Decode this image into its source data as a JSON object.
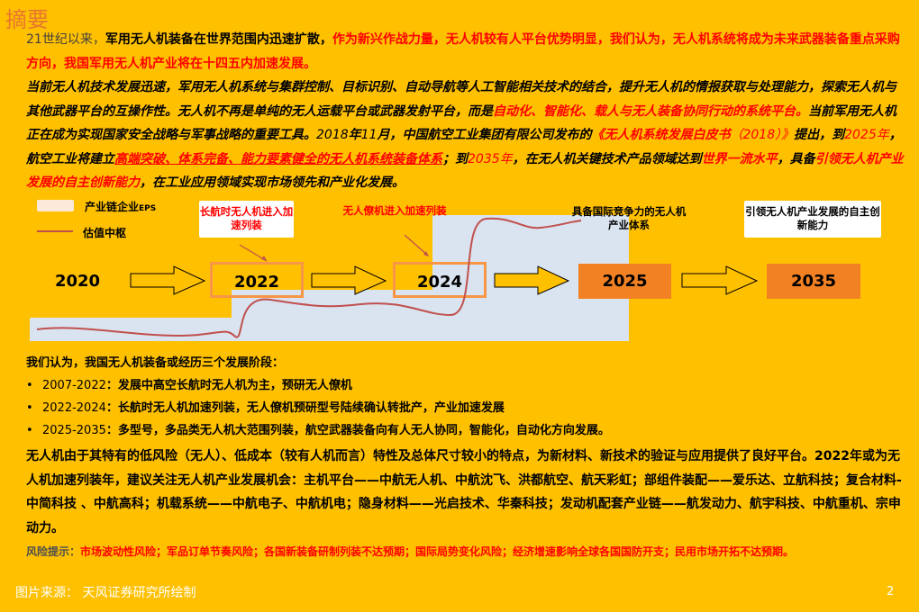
{
  "page": {
    "title": "摘要",
    "page_number": "2"
  },
  "summary": {
    "p1": {
      "s1": "21世纪以来，",
      "s2": "军用无人机装备在世界范围内迅速扩散，",
      "s3": "作为新兴作战力量，无人机较有人平台优势明显，我们认为，无人机系统将成为未来武器装备重点采购方向，我国军用无人机产业将在十四五内加速发展。"
    },
    "p2": {
      "s1": "当前无人机技术发展迅速，军用无人机系统与集群控制、目标识别、自动导航等人工智能相关技术的结合，提升无人机的情报获取与处理能力，探索无人机与其他武器平台的互操作性。无人机不再是单纯的无人运载平台或武器发射平台，而是",
      "s2": "自动化、智能化、载人与无人装备协同行动的系统平台。",
      "s3": "当前军用无人机正在成为实现国家安全战略与军事战略的重要工具。",
      "s4": "2018",
      "s5": "年",
      "s6": "11",
      "s7": "月，中国航空工业集团有限公司发布的",
      "s8": "《无人机系统发展白皮书",
      "s9": "（2018）》",
      "s10": "提出，到",
      "s11": "2025年",
      "s12": "，航空工业将建立",
      "s13": "高端突破、体系完备、能力要素健全的无人机系统装备体系",
      "s14": "；到",
      "s15": "2035年",
      "s16": "，在无人机关键技术产品领域达到",
      "s17": "世界一流水平",
      "s18": "，具备",
      "s19": "引领无人机产业发展的自主创新能力",
      "s20": "，在工业应用领域实现市场领先和产业化发展。"
    }
  },
  "diagram": {
    "legend": {
      "eps_label": "产业链企业",
      "eps_suffix": "EPS",
      "valuation_label": "估值中枢"
    },
    "years": [
      "2020",
      "2022",
      "2024",
      "2025",
      "2035"
    ],
    "callouts": {
      "c2022": "长航时无人机进入加速列装",
      "c2024": "无人僚机进入加速列装",
      "c2025": "具备国际竞争力的无人机产业体系",
      "c2035": "引领无人机产业发展的自主创新能力"
    },
    "colors": {
      "orange_box": "#F28123",
      "outline_box": "#F79646",
      "eps_fill": "#DAE3F0",
      "curve": "#C0504D"
    }
  },
  "stages": {
    "intro": "我们认为，我国无人机装备或经历三个发展阶段：",
    "items": [
      {
        "years": "2007-2022",
        "text": "：发展中高空长航时无人机为主，预研无人僚机"
      },
      {
        "years": "2022-2024",
        "text": "：长航时无人机加速列装，无人僚机预研型号陆续确认转批产，产业加速发展"
      },
      {
        "years": "2025-2035",
        "text": "：多型号，多品类无人机大范围列装，航空武器装备向有人无人协同，智能化，自动化方向发展。"
      }
    ]
  },
  "recommendation": {
    "text": "无人机由于其特有的低风险（无人）、低成本（较有人机而言）特性及总体尺寸较小的特点，为新材料、新技术的验证与应用提供了良好平台。2022年或为无人机加速列装年，建议关注无人机产业发展机会：主机平台——中航无人机、中航沈飞、洪都航空、航天彩虹；部组件装配——爱乐达、立航科技；复合材料-中简科技 、中航高科；机载系统——中航电子、中航机电；隐身材料——光启技术、华秦科技；发动机配套产业链——航发动力、航宇科技、中航重机、宗申动力。"
  },
  "risk": {
    "label": "风险提示：",
    "text": "市场波动性风险；军品订单节奏风险；各国新装备研制列装不达预期；国际局势变化风险；经济增速影响全球各国国防开支；民用市场开拓不达预期。"
  },
  "footer": {
    "source": "图片来源： 天风证券研究所绘制"
  }
}
